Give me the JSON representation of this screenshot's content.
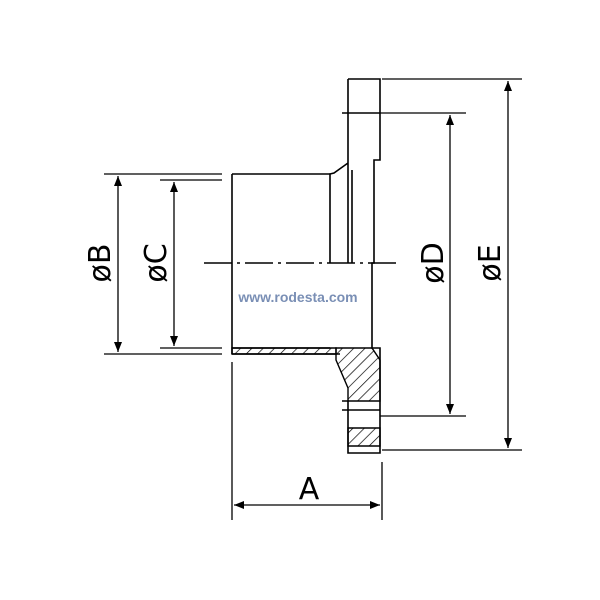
{
  "diagram": {
    "dimensions": {
      "a": "A",
      "b": "øB",
      "c": "øC",
      "d": "øD",
      "e": "øE"
    },
    "watermark": "www.rodesta.com"
  },
  "colors": {
    "line": "#000000",
    "background": "#ffffff",
    "watermark": "#7a8fb5"
  }
}
